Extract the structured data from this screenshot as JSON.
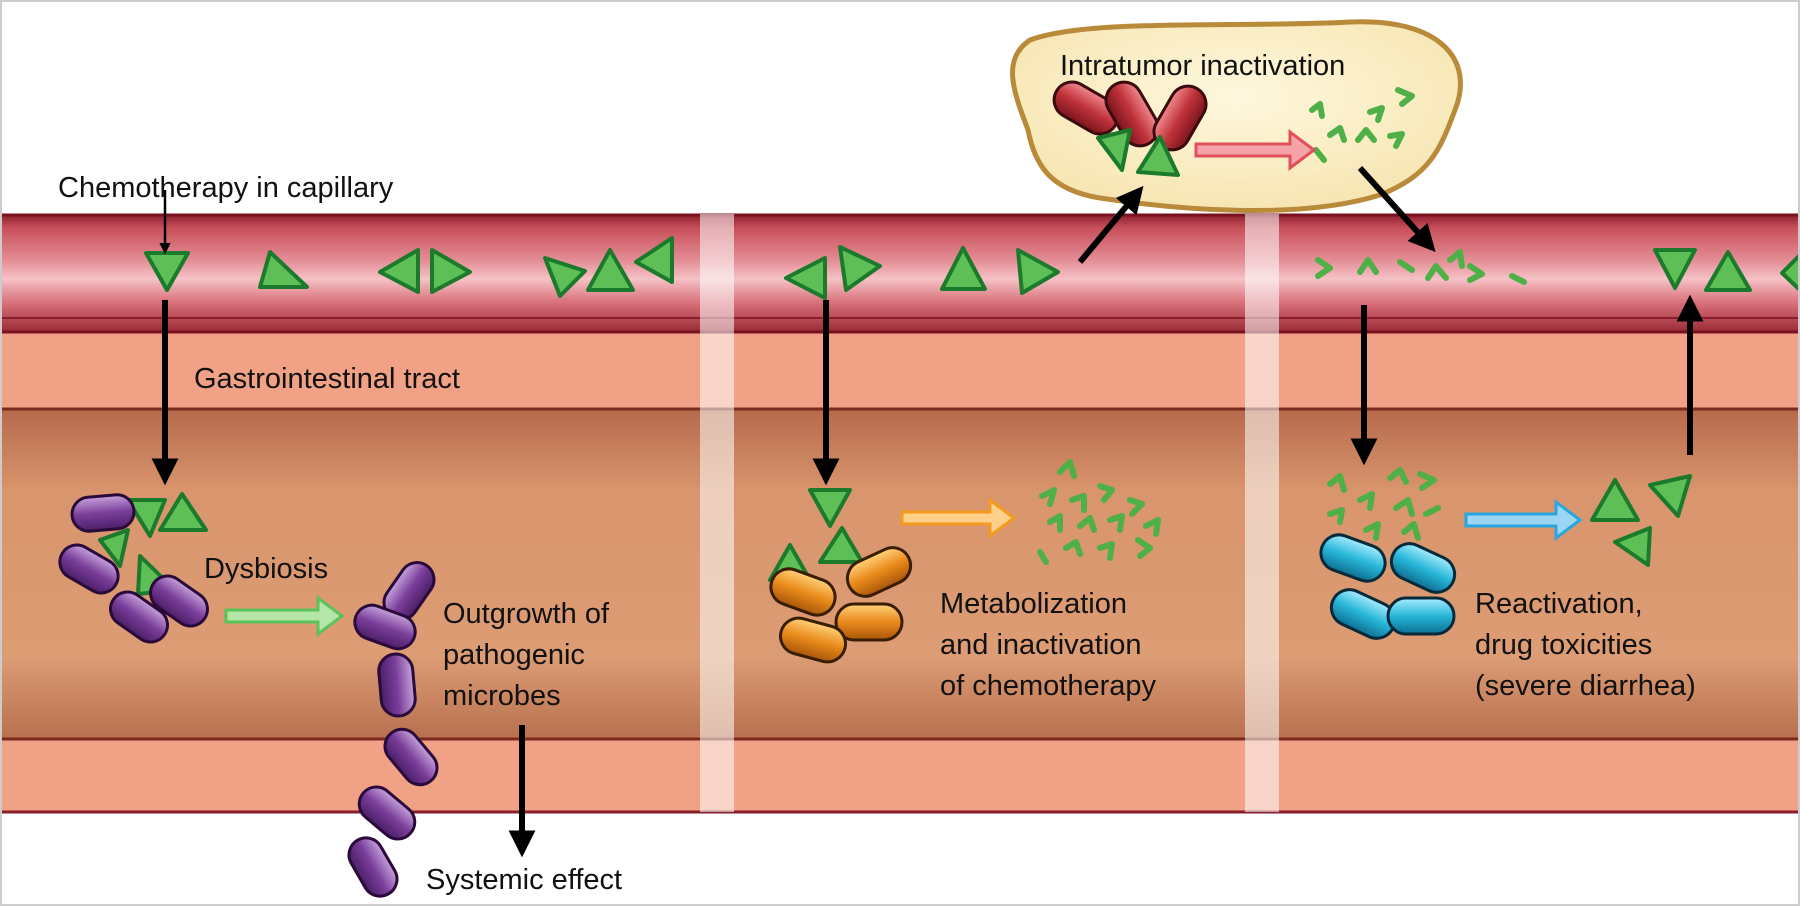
{
  "labels": {
    "chemo_in_capillary": "Chemotherapy in capillary",
    "gi_tract": "Gastrointestinal tract",
    "dysbiosis": "Dysbiosis",
    "outgrowth": [
      "Outgrowth of",
      "pathogenic",
      "microbes"
    ],
    "systemic_effect": "Systemic effect",
    "intratumor": "Intratumor inactivation",
    "metabolization": [
      "Metabolization",
      "and inactivation",
      "of chemotherapy"
    ],
    "reactivation": [
      "Reactivation,",
      "drug toxicities",
      "(severe diarrhea)"
    ]
  },
  "colors": {
    "capillary": "#c8505a",
    "capillary_light": "#e8909a",
    "gi_wall": "#f1a185",
    "lumen": "#d9956d",
    "drug_fill": "#5dbf56",
    "drug_stroke": "#1c7a2c",
    "bacteria_purple": "#7a3e9a",
    "bacteria_orange": "#e98a1b",
    "bacteria_blue": "#27b6d8",
    "bacteria_red": "#c0323a",
    "tumor_fill": "#fbeec2",
    "tumor_stroke": "#b98a3a",
    "arrow_green": "#5cc25a",
    "arrow_orange": "#f39a21",
    "arrow_blue": "#2aa6e0",
    "arrow_red": "#e0505a"
  },
  "icons": [
    "drug-triangle-icon",
    "bacterium-icon",
    "drug-fragment-icon"
  ]
}
